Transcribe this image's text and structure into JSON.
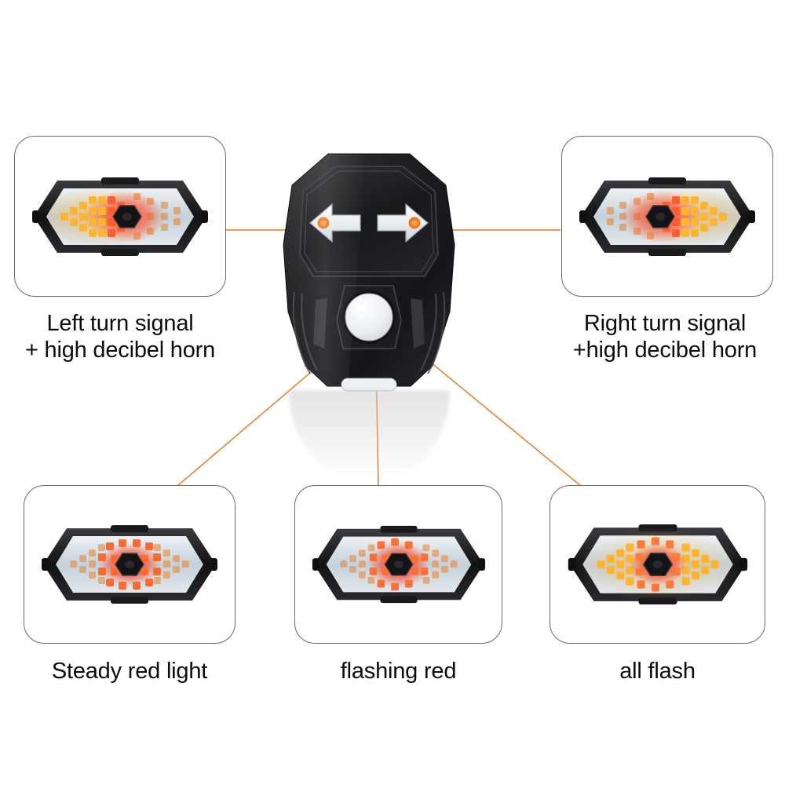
{
  "page": {
    "title": "Bike tail light remote control mode diagram",
    "background_color": "#ffffff",
    "accent_color": "#e8822e",
    "panel_border_color": "#6a6a6a",
    "text_color": "#0b0b0b"
  },
  "remote": {
    "name": "wireless-remote-control",
    "body_color": "#1b1b1d",
    "buttons": [
      {
        "id": "left-arrow",
        "icon": "arrow-left-icon",
        "label": "Left turn arrow button",
        "color": "#e9eef2"
      },
      {
        "id": "right-arrow",
        "icon": "arrow-right-icon",
        "label": "Right turn arrow button",
        "color": "#e9eef2"
      },
      {
        "id": "mode-round",
        "icon": "circle-button-icon",
        "label": "Mode / power round button",
        "color": "#eef1f4"
      }
    ],
    "keyring_slot": "keychain-slot"
  },
  "callouts": [
    {
      "id": "left-turn",
      "position": "top-left",
      "caption": "Left turn signal\n+ high decibel horn",
      "light": {
        "mode": "left-arrow",
        "arrow_direction": "left",
        "lit_color": "#f5a623",
        "glow_color": "#e8322a",
        "unlit_color": "#dfe6ea"
      }
    },
    {
      "id": "right-turn",
      "position": "top-right",
      "caption": "Right turn signal\n+high decibel horn",
      "light": {
        "mode": "right-arrow",
        "arrow_direction": "right",
        "lit_color": "#f5a623",
        "glow_color": "#e8322a",
        "unlit_color": "#dfe6ea"
      }
    },
    {
      "id": "steady-red",
      "position": "bottom-left",
      "caption": "Steady red light",
      "light": {
        "mode": "steady-red",
        "arrow_direction": "none",
        "lit_color": "#f05a28",
        "glow_color": "#e8322a",
        "unlit_color": "#dfe6ea"
      }
    },
    {
      "id": "flashing-red",
      "position": "bottom-center",
      "caption": "flashing red",
      "light": {
        "mode": "flashing-red",
        "arrow_direction": "none",
        "lit_color": "#f05a28",
        "glow_color": "#e8322a",
        "unlit_color": "#dfe6ea"
      }
    },
    {
      "id": "all-flash",
      "position": "bottom-right",
      "caption": "all flash",
      "light": {
        "mode": "all-flash",
        "arrow_direction": "both",
        "lit_color": "#f5a623",
        "glow_color": "#e8322a",
        "unlit_color": "#dfe6ea"
      }
    }
  ],
  "connectors": [
    {
      "id": "left-turn-line",
      "from": "left-arrow-button",
      "to": "top-left-panel"
    },
    {
      "id": "right-turn-line",
      "from": "right-arrow-button",
      "to": "top-right-panel"
    },
    {
      "id": "steady-red-line",
      "from": "round-button",
      "to": "bottom-left-panel"
    },
    {
      "id": "flashing-red-line",
      "from": "round-button",
      "to": "bottom-center-panel"
    },
    {
      "id": "all-flash-line",
      "from": "round-button",
      "to": "bottom-right-panel"
    }
  ]
}
